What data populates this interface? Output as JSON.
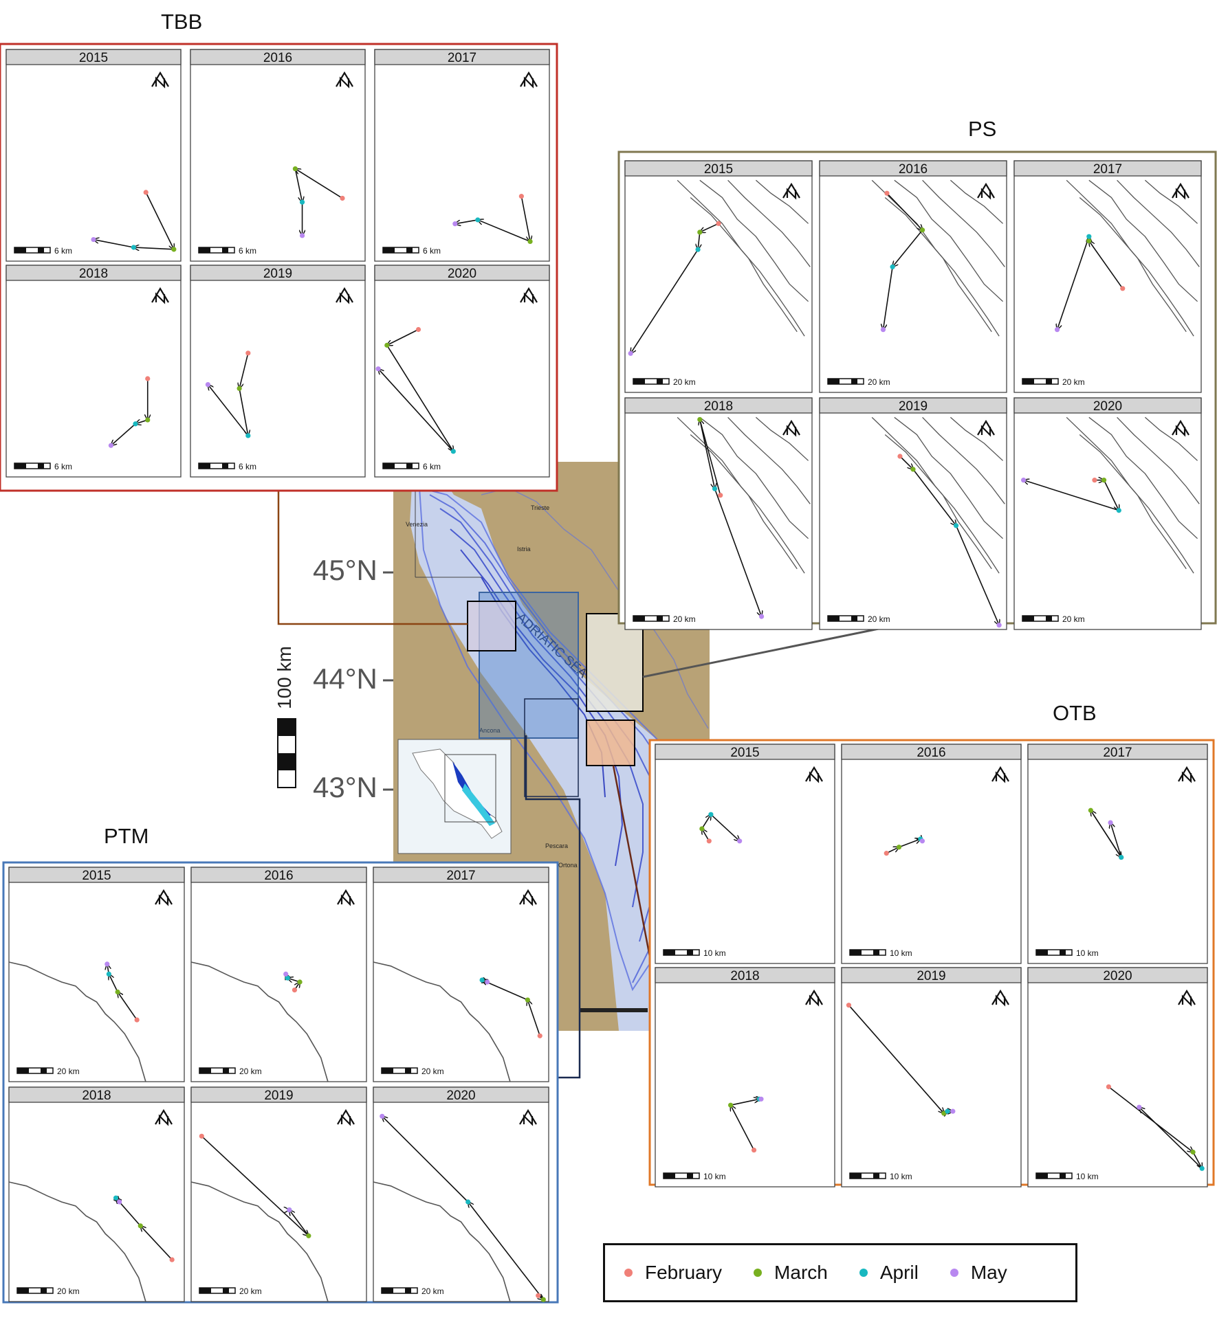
{
  "map": {
    "latitude_labels": [
      "45°N",
      "44°N",
      "43°N"
    ],
    "scale_label": "100 km",
    "sea_label": "ADRIATIC SEA",
    "places": [
      "Venezia",
      "Trieste",
      "Istria",
      "Ancona",
      "Pescara",
      "Ortona"
    ],
    "land_color": "#b9a277",
    "sea_color": "#e4eef8",
    "bathymetry_color": "#5b6fe0"
  },
  "legend": [
    {
      "label": "February",
      "color": "#f08078"
    },
    {
      "label": "March",
      "color": "#78b020"
    },
    {
      "label": "April",
      "color": "#18b8c0"
    },
    {
      "label": "May",
      "color": "#b888f0"
    }
  ],
  "groups": [
    {
      "id": "tbb",
      "title": "TBB",
      "frame_color": "#c03028",
      "scale_label": "6 km",
      "coast": "none",
      "years": [
        "2015",
        "2016",
        "2017",
        "2018",
        "2019",
        "2020"
      ]
    },
    {
      "id": "ps",
      "title": "PS",
      "frame_color": "#807850",
      "scale_label": "20 km",
      "coast": "islands",
      "years": [
        "2015",
        "2016",
        "2017",
        "2018",
        "2019",
        "2020"
      ]
    },
    {
      "id": "otb",
      "title": "OTB",
      "frame_color": "#e07828",
      "scale_label": "10 km",
      "coast": "none",
      "years": [
        "2015",
        "2016",
        "2017",
        "2018",
        "2019",
        "2020"
      ]
    },
    {
      "id": "ptm",
      "title": "PTM",
      "frame_color": "#4878b8",
      "scale_label": "20 km",
      "coast": "italian",
      "years": [
        "2015",
        "2016",
        "2017",
        "2018",
        "2019",
        "2020"
      ]
    }
  ]
}
